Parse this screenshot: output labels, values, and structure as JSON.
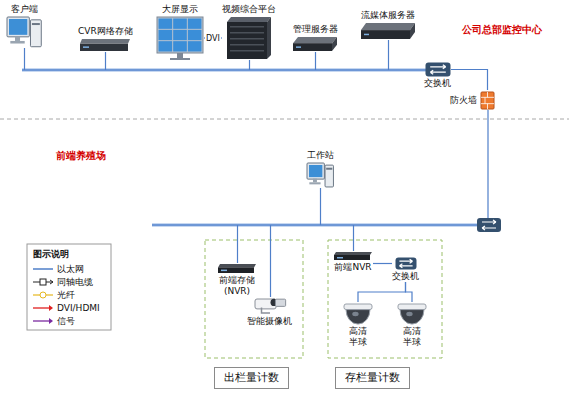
{
  "diagram": {
    "nodes": [
      {
        "text": [
          "客户端"
        ]
      },
      {
        "text": [
          "CVR网络存储"
        ]
      },
      {
        "text": [
          "大屏显示"
        ]
      },
      {
        "text": [
          "视频综合平台"
        ]
      },
      {
        "text": [
          "管理服务器"
        ]
      },
      {
        "text": [
          "流媒体服务器"
        ]
      },
      {
        "text": [
          "交换机"
        ]
      },
      {
        "text": [
          "防火墙"
        ]
      },
      {
        "text": [
          "工作站"
        ]
      },
      {
        "text": [
          "前端存储 (NVR)"
        ]
      },
      {
        "text": [
          "智能摄像机"
        ]
      },
      {
        "text": [
          "前端NVR"
        ]
      },
      {
        "text": [
          "交换机"
        ]
      },
      {
        "text": [
          "高清 半球"
        ]
      },
      {
        "text": [
          "高清 半球"
        ]
      },
      {
        "text": [
          "出栏量计数"
        ]
      },
      {
        "text": [
          "存栏量计数"
        ]
      }
    ],
    "edges": [
      {
        "from": 2,
        "to": 3,
        "arrow": "none",
        "label": "DVI"
      },
      {
        "from": 6,
        "to": 7,
        "arrow": "none"
      },
      {
        "from": 11,
        "to": 12,
        "arrow": "none"
      },
      {
        "from": 12,
        "to": 13,
        "arrow": "none"
      },
      {
        "from": 12,
        "to": 14,
        "arrow": "none"
      }
    ],
    "labels": [
      "公司总部监控中心",
      "前端养殖场",
      "图示说明"
    ],
    "legend": [
      {
        "text": "以太网"
      },
      {
        "text": "同轴电缆"
      },
      {
        "text": "光纤"
      },
      {
        "text": "DVI/HDMI"
      },
      {
        "text": "信号"
      }
    ]
  }
}
